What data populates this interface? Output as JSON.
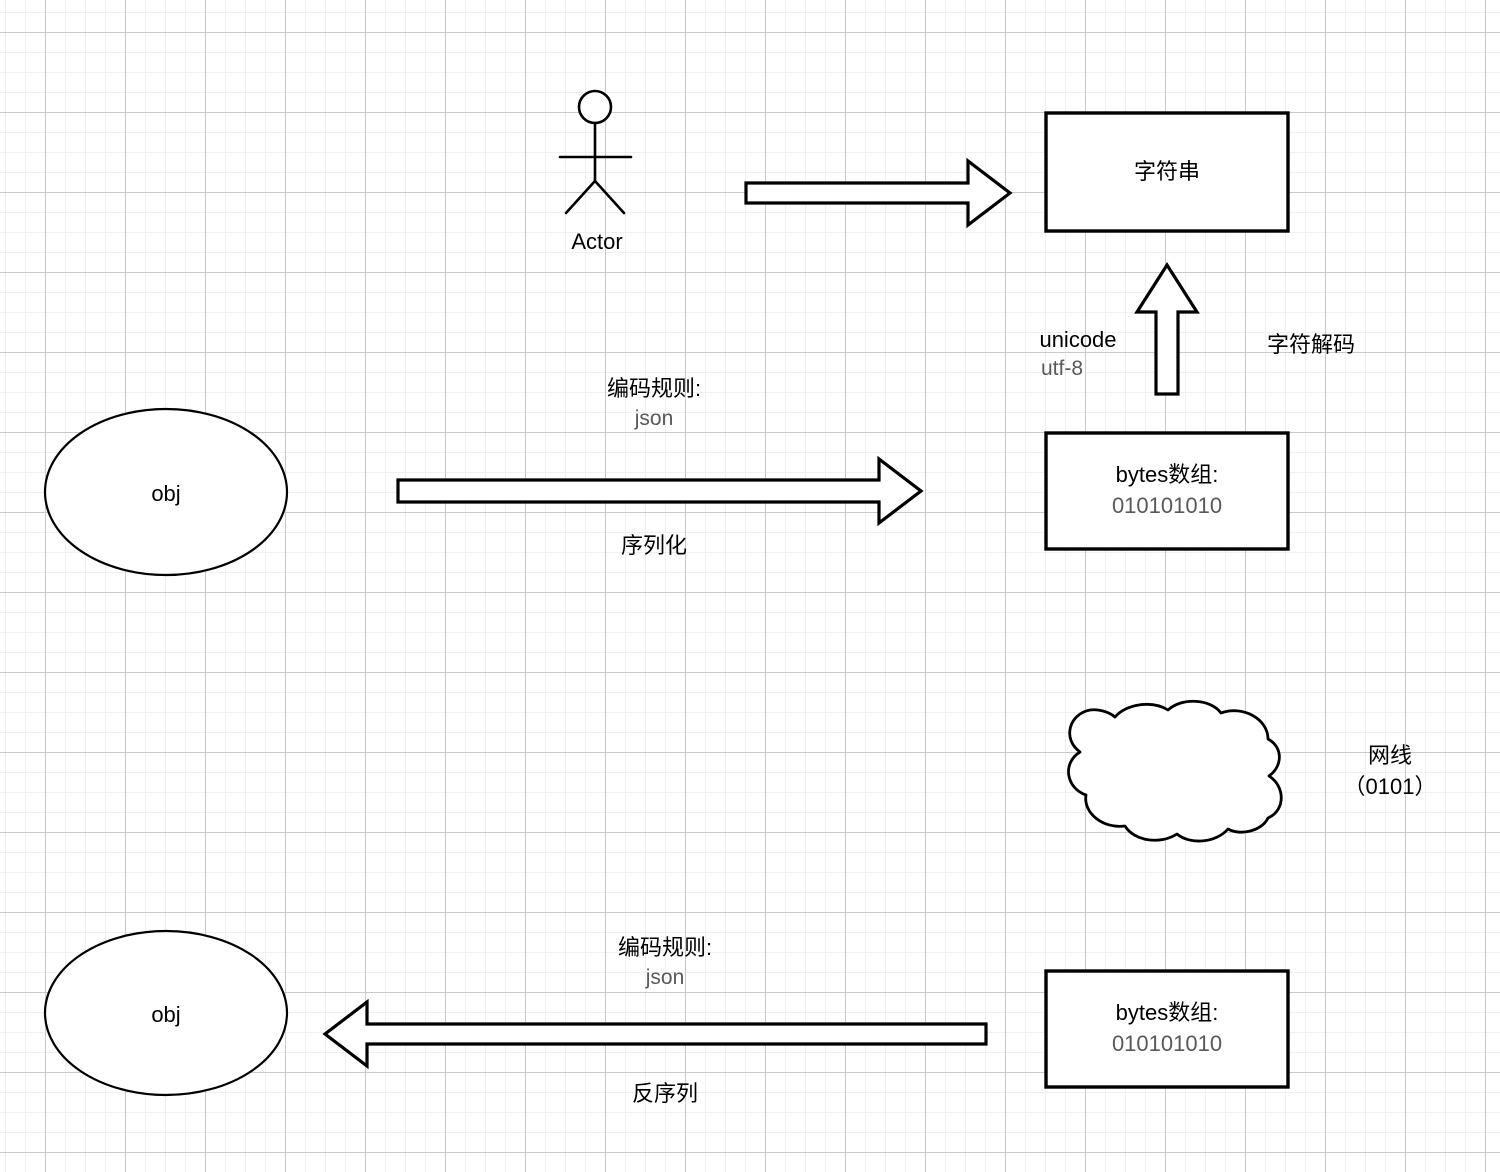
{
  "diagram": {
    "title": "serialization-and-encoding-flow",
    "colors": {
      "stroke": "#000000",
      "fill": "#ffffff",
      "grid_minor": "#f0f0f0",
      "grid_major": "#c9c9c9",
      "text_primary": "#000000",
      "text_secondary": "#595959"
    },
    "actor": {
      "label": "Actor"
    },
    "nodes": {
      "string_box": {
        "label": "字符串"
      },
      "bytes_box_top": {
        "title": "bytes数组:",
        "value": "010101010"
      },
      "bytes_box_bottom": {
        "title": "bytes数组:",
        "value": "010101010"
      },
      "obj_ellipse_top": {
        "label": "obj"
      },
      "obj_ellipse_bottom": {
        "label": "obj"
      },
      "cloud": {
        "label": "网线",
        "sublabel": "（0101）"
      }
    },
    "edges": {
      "actor_to_string": {
        "label": ""
      },
      "decode_arrow": {
        "left_label_primary": "unicode",
        "left_label_secondary": "utf-8",
        "right_label": "字符解码"
      },
      "serialize_arrow": {
        "top_label_primary": "编码规则:",
        "top_label_secondary": "json",
        "bottom_label": "序列化"
      },
      "deserialize_arrow": {
        "top_label_primary": "编码规则:",
        "top_label_secondary": "json",
        "bottom_label": "反序列"
      }
    }
  }
}
